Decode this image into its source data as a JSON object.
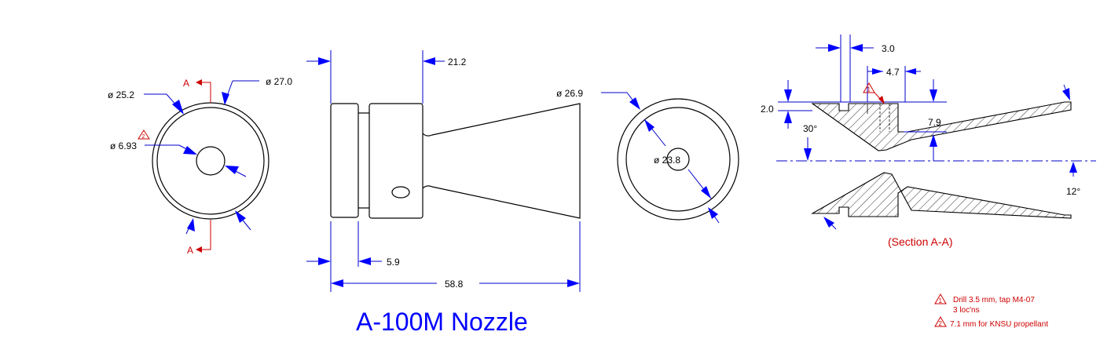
{
  "title": "A-100M Nozzle",
  "front_view": {
    "d_outer_label": "ø 27.0",
    "d_inner_label": "ø 25.2",
    "d_throat_label": "ø 6.93",
    "note2_marker": "2",
    "section_letter_top": "A",
    "section_letter_bottom": "A"
  },
  "side_view": {
    "dim_top": "21.2",
    "dim_step": "5.9",
    "dim_length": "58.8"
  },
  "exit_view": {
    "d_exit_label": "ø 26.9",
    "d_throat_label": "ø 23.8"
  },
  "section_view": {
    "dim_3_0": "3.0",
    "dim_4_7": "4.7",
    "dim_2_0": "2.0",
    "dim_7_9": "7.9",
    "angle_30": "30°",
    "angle_12": "12°",
    "note1_marker": "1",
    "caption": "(Section A-A)"
  },
  "notes": [
    {
      "marker": "1",
      "line1": "Drill 3.5 mm, tap M4-07",
      "line2": "3 loc'ns"
    },
    {
      "marker": "2",
      "line1": "7.1 mm for KNSU propellant"
    }
  ],
  "colors": {
    "dimension": "#0000ff",
    "annotation": "#cc0000",
    "title": "#0000ff"
  }
}
